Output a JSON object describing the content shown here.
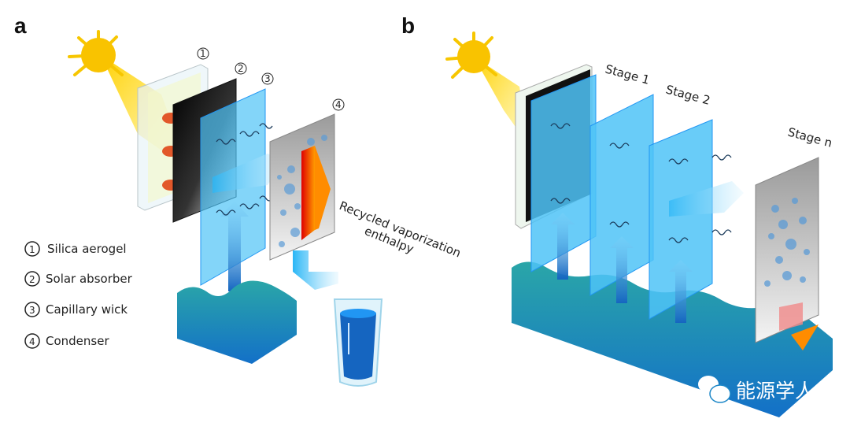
{
  "panel_a": {
    "letter": "a",
    "markers": [
      "1",
      "2",
      "3",
      "4"
    ],
    "legend": [
      {
        "num": "1",
        "label": "Silica aerogel"
      },
      {
        "num": "2",
        "label": "Solar absorber"
      },
      {
        "num": "3",
        "label": "Capillary wick"
      },
      {
        "num": "4",
        "label": "Condenser"
      }
    ],
    "annotation_line1": "Recycled vaporization",
    "annotation_line2": "enthalpy"
  },
  "panel_b": {
    "letter": "b",
    "stages": [
      "Stage 1",
      "Stage 2",
      "Stage n"
    ]
  },
  "watermark": "能源学人",
  "colors": {
    "sun": "#f7c600",
    "water": "#1e88c8",
    "wick": "#4fc3f7",
    "heat": "#ff5a00"
  }
}
